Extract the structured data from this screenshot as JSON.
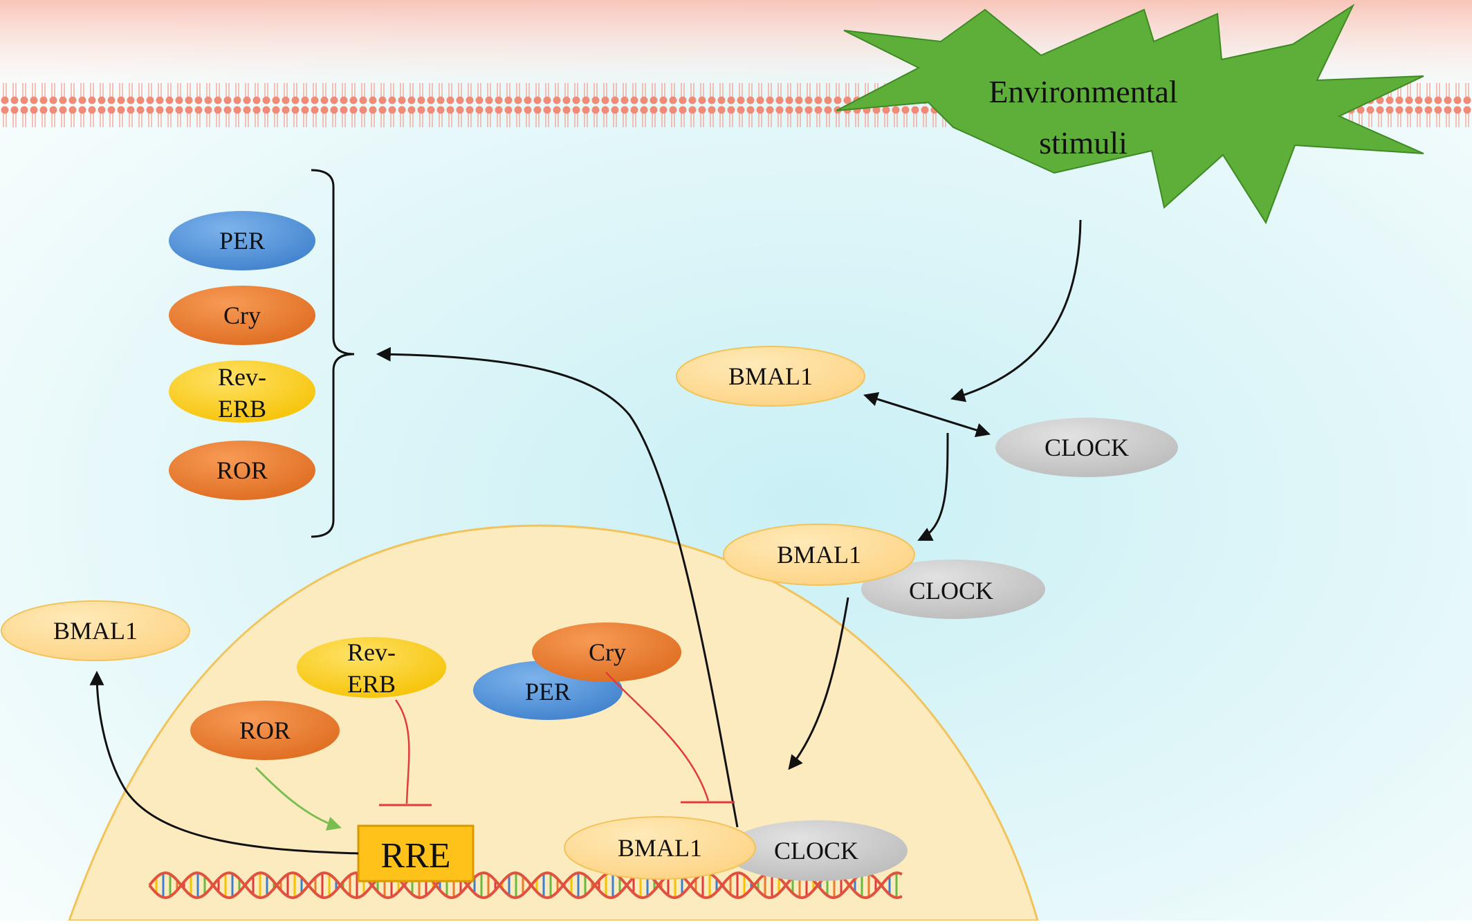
{
  "environment": {
    "line1": "Environmental",
    "line2": "stimuli"
  },
  "cytoplasm_group": {
    "per": "PER",
    "cry": "Cry",
    "reverb_line1": "Rev-",
    "reverb_line2": "ERB",
    "ror": "ROR"
  },
  "cytoplasm": {
    "bmal1_top": "BMAL1",
    "clock_top": "CLOCK",
    "bmal1_mid": "BMAL1",
    "clock_mid": "CLOCK",
    "bmal1_left": "BMAL1"
  },
  "nucleus": {
    "reverb_line1": "Rev-",
    "reverb_line2": "ERB",
    "ror": "ROR",
    "cry": "Cry",
    "per": "PER",
    "rre": "RRE",
    "bmal1": "BMAL1",
    "clock": "CLOCK"
  },
  "colors": {
    "per": "#4a8fd9",
    "cry_ror": "#ec7a2c",
    "reverb": "#ffcc1a",
    "bmal1": "#ffd98a",
    "clock": "#c8c8c8",
    "stimuli": "#6ab83e",
    "nucleus": "#fdebc0",
    "inhibition": "#e23b3b",
    "activation": "#7cbd52",
    "membrane": "#f07a68"
  }
}
